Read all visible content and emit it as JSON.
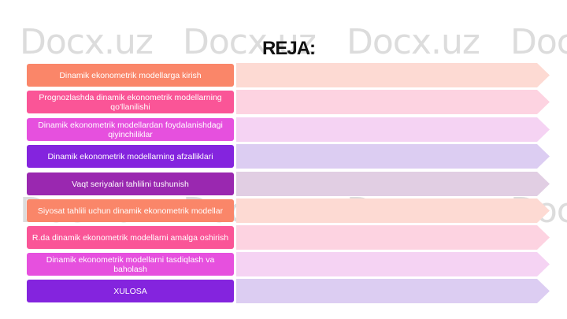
{
  "watermark": "Docx.uz",
  "title": "REJA:",
  "items": [
    {
      "label": "Dinamik ekonometrik modellarga kirish",
      "color": "#FA8669",
      "light": "#FDDAD3"
    },
    {
      "label": "Prognozlashda dinamik ekonometrik modellarning qo'llanilishi",
      "color": "#FA5597",
      "light": "#FDD3E1"
    },
    {
      "label": "Dinamik ekonometrik modellardan foydalanishdagi qiyinchiliklar",
      "color": "#E650DE",
      "light": "#F5D3F3"
    },
    {
      "label": "Dinamik ekonometrik modellarning afzalliklari",
      "color": "#8424DE",
      "light": "#DCCDF2"
    },
    {
      "label": "Vaqt seriyalari tahlilini tushunish",
      "color": "#9A28B0",
      "light": "#E1CEE3"
    },
    {
      "label": "Siyosat tahlili uchun dinamik ekonometrik modellar",
      "color": "#FA8669",
      "light": "#FDDAD3"
    },
    {
      "label": "R.da dinamik ekonometrik modellarni amalga oshirish",
      "color": "#FA5597",
      "light": "#FDD3E1"
    },
    {
      "label": "Dinamik ekonometrik modellarni tasdiqlash va baholash",
      "color": "#E650DE",
      "light": "#F5D3F3"
    },
    {
      "label": "XULOSA",
      "color": "#8424DE",
      "light": "#DCCDF2"
    }
  ]
}
